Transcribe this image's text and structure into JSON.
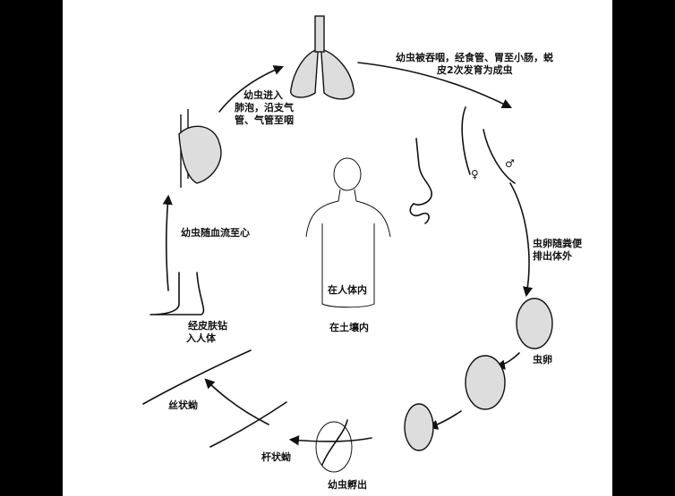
{
  "colors": {
    "background": "#000000",
    "canvas": "#ffffff",
    "ink": "#111111"
  },
  "labels": {
    "larvae_swallowed": [
      "幼虫被吞咽，经食管、胃至小肠，蜕",
      "皮2次发育为成虫"
    ],
    "larvae_to_lungs": [
      "幼虫进入",
      "肺泡，沿支气",
      "管、气管至咽"
    ],
    "bloodstream_to_heart": "幼虫随血流至心",
    "skin_penetration": [
      "经皮肤钻",
      "入人体"
    ],
    "eggs_in_feces": [
      "虫卵随粪便",
      "排出体外"
    ],
    "egg": "虫卵",
    "larva_hatches": "幼虫孵出",
    "rhabditiform": "杆状蚴",
    "filariform": "丝状蚴",
    "in_human_body": "在人体内",
    "in_soil": "在土壤内",
    "female_symbol": "♀",
    "male_symbol": "♂"
  },
  "icons": [
    "lungs-icon",
    "heart-icon",
    "stomach-icon",
    "intestine-icon",
    "adult-worm-female-icon",
    "adult-worm-male-icon",
    "human-silhouette-icon",
    "foot-icon",
    "egg-icon",
    "larva-icon"
  ]
}
